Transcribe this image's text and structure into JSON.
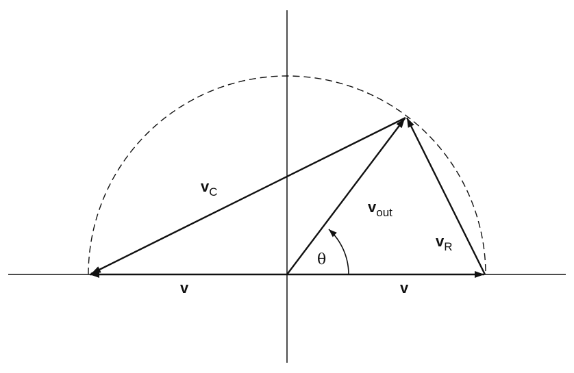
{
  "labels": {
    "v_c": {
      "main": "v",
      "sub": "C"
    },
    "v_out": {
      "main": "v",
      "sub": "out"
    },
    "v_r": {
      "main": "v",
      "sub": "R"
    },
    "theta": "θ",
    "v_left": "v",
    "v_right": "v"
  },
  "colors": {
    "stroke": "#111111",
    "background": "#ffffff"
  }
}
